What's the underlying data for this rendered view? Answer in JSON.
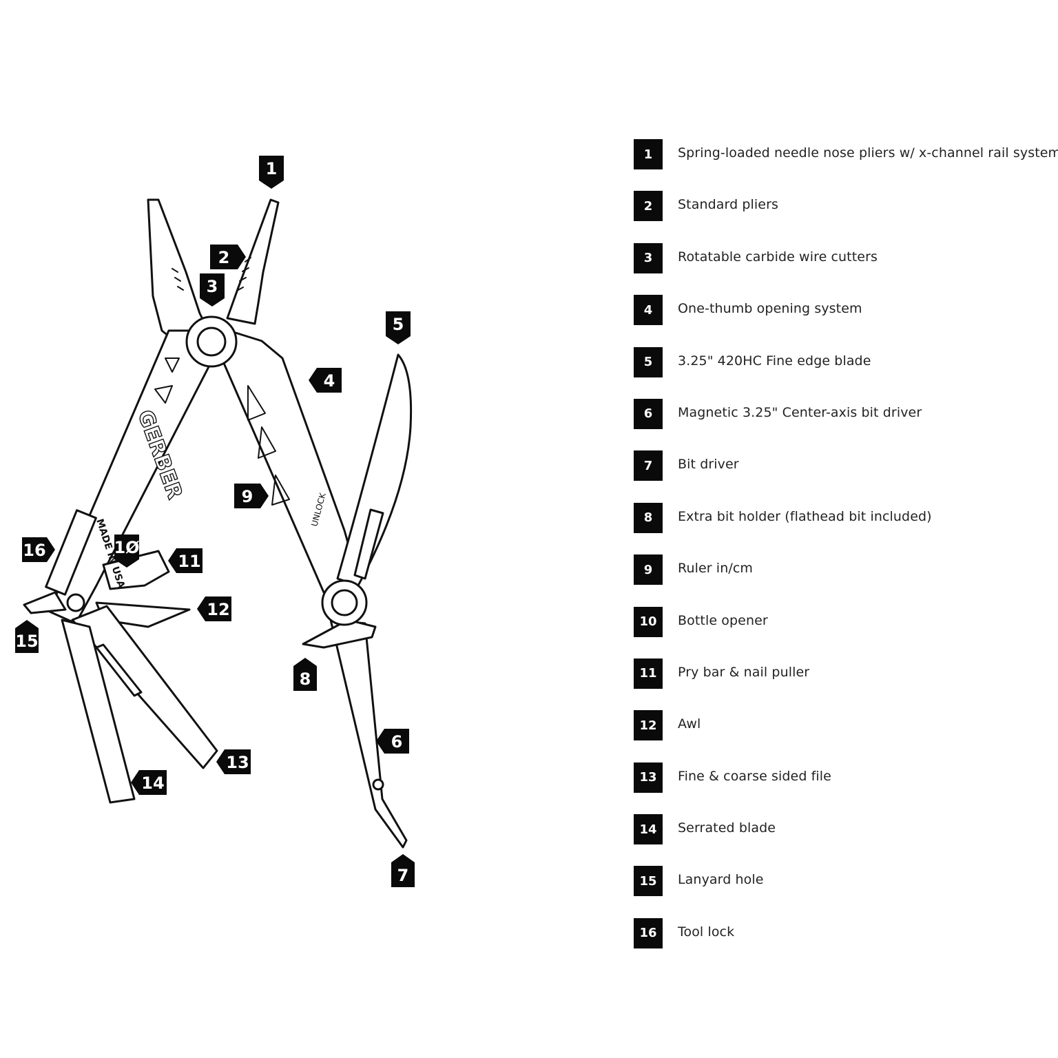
{
  "tool": {
    "brand_mark": "GERBER",
    "made_in": "MADE IN USA",
    "unlock_mark": "UNLOCK"
  },
  "callouts": [
    {
      "num": "1"
    },
    {
      "num": "2"
    },
    {
      "num": "3"
    },
    {
      "num": "4"
    },
    {
      "num": "5"
    },
    {
      "num": "6"
    },
    {
      "num": "7"
    },
    {
      "num": "8"
    },
    {
      "num": "9"
    },
    {
      "num": "1Ø"
    },
    {
      "num": "11"
    },
    {
      "num": "12"
    },
    {
      "num": "13"
    },
    {
      "num": "14"
    },
    {
      "num": "15"
    },
    {
      "num": "16"
    }
  ],
  "legend": [
    {
      "num": "1",
      "text": "Spring-loaded needle nose pliers w/ x-channel rail system"
    },
    {
      "num": "2",
      "text": "Standard pliers"
    },
    {
      "num": "3",
      "text": "Rotatable carbide wire cutters"
    },
    {
      "num": "4",
      "text": "One-thumb opening system"
    },
    {
      "num": "5",
      "text": "3.25\" 420HC Fine edge blade"
    },
    {
      "num": "6",
      "text": "Magnetic 3.25\" Center-axis bit driver"
    },
    {
      "num": "7",
      "text": "Bit driver"
    },
    {
      "num": "8",
      "text": "Extra bit holder (flathead bit included)"
    },
    {
      "num": "9",
      "text": "Ruler in/cm"
    },
    {
      "num": "10",
      "text": "Bottle opener"
    },
    {
      "num": "11",
      "text": "Pry bar & nail puller"
    },
    {
      "num": "12",
      "text": "Awl"
    },
    {
      "num": "13",
      "text": "Fine & coarse sided file"
    },
    {
      "num": "14",
      "text": "Serrated blade"
    },
    {
      "num": "15",
      "text": "Lanyard hole"
    },
    {
      "num": "16",
      "text": "Tool lock"
    }
  ]
}
